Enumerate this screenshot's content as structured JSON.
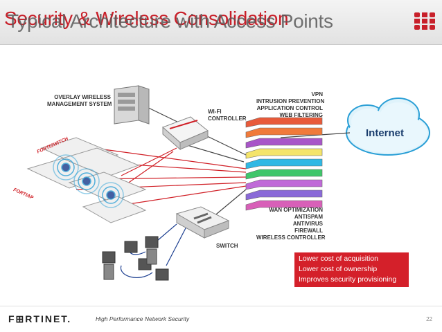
{
  "slide": {
    "title_main": "Security & Wireless Consolidation",
    "title_overlay": "Typical Architecture with Access Points",
    "accent_color": "#c8202a",
    "page_number": "22"
  },
  "labels": {
    "overlay_wireless": [
      "OVERLAY WIRELESS",
      "MANAGEMENT SYSTEM"
    ],
    "wifi_controller": [
      "WI-FI",
      "CONTROLLER"
    ],
    "security_top": [
      "VPN",
      "INTRUSION PREVENTION",
      "APPLICATION CONTROL",
      "WEB FILTERING"
    ],
    "security_bottom": [
      "WAN OPTIMIZATION",
      "ANTISPAM",
      "ANTIVIRUS",
      "FIREWALL"
    ],
    "wireless_controller": "WIRELESS CONTROLLER",
    "switch": "SWITCH",
    "internet": "Internet",
    "fortiswitch": "FORTISWITCH",
    "fortiap": "FORTIAP"
  },
  "callout": [
    "Lower cost of acquisition",
    "Lower cost of ownership",
    "Improves security provisioning"
  ],
  "footer": {
    "brand": "F⊞RTINET.",
    "tagline": "High Performance Network Security"
  },
  "stack_colors": [
    "#e85a3a",
    "#f07a3a",
    "#a855c8",
    "#f4e46a",
    "#2fb8e4",
    "#3fc66a",
    "#c06ad8",
    "#8a6ad8",
    "#d860b8"
  ]
}
